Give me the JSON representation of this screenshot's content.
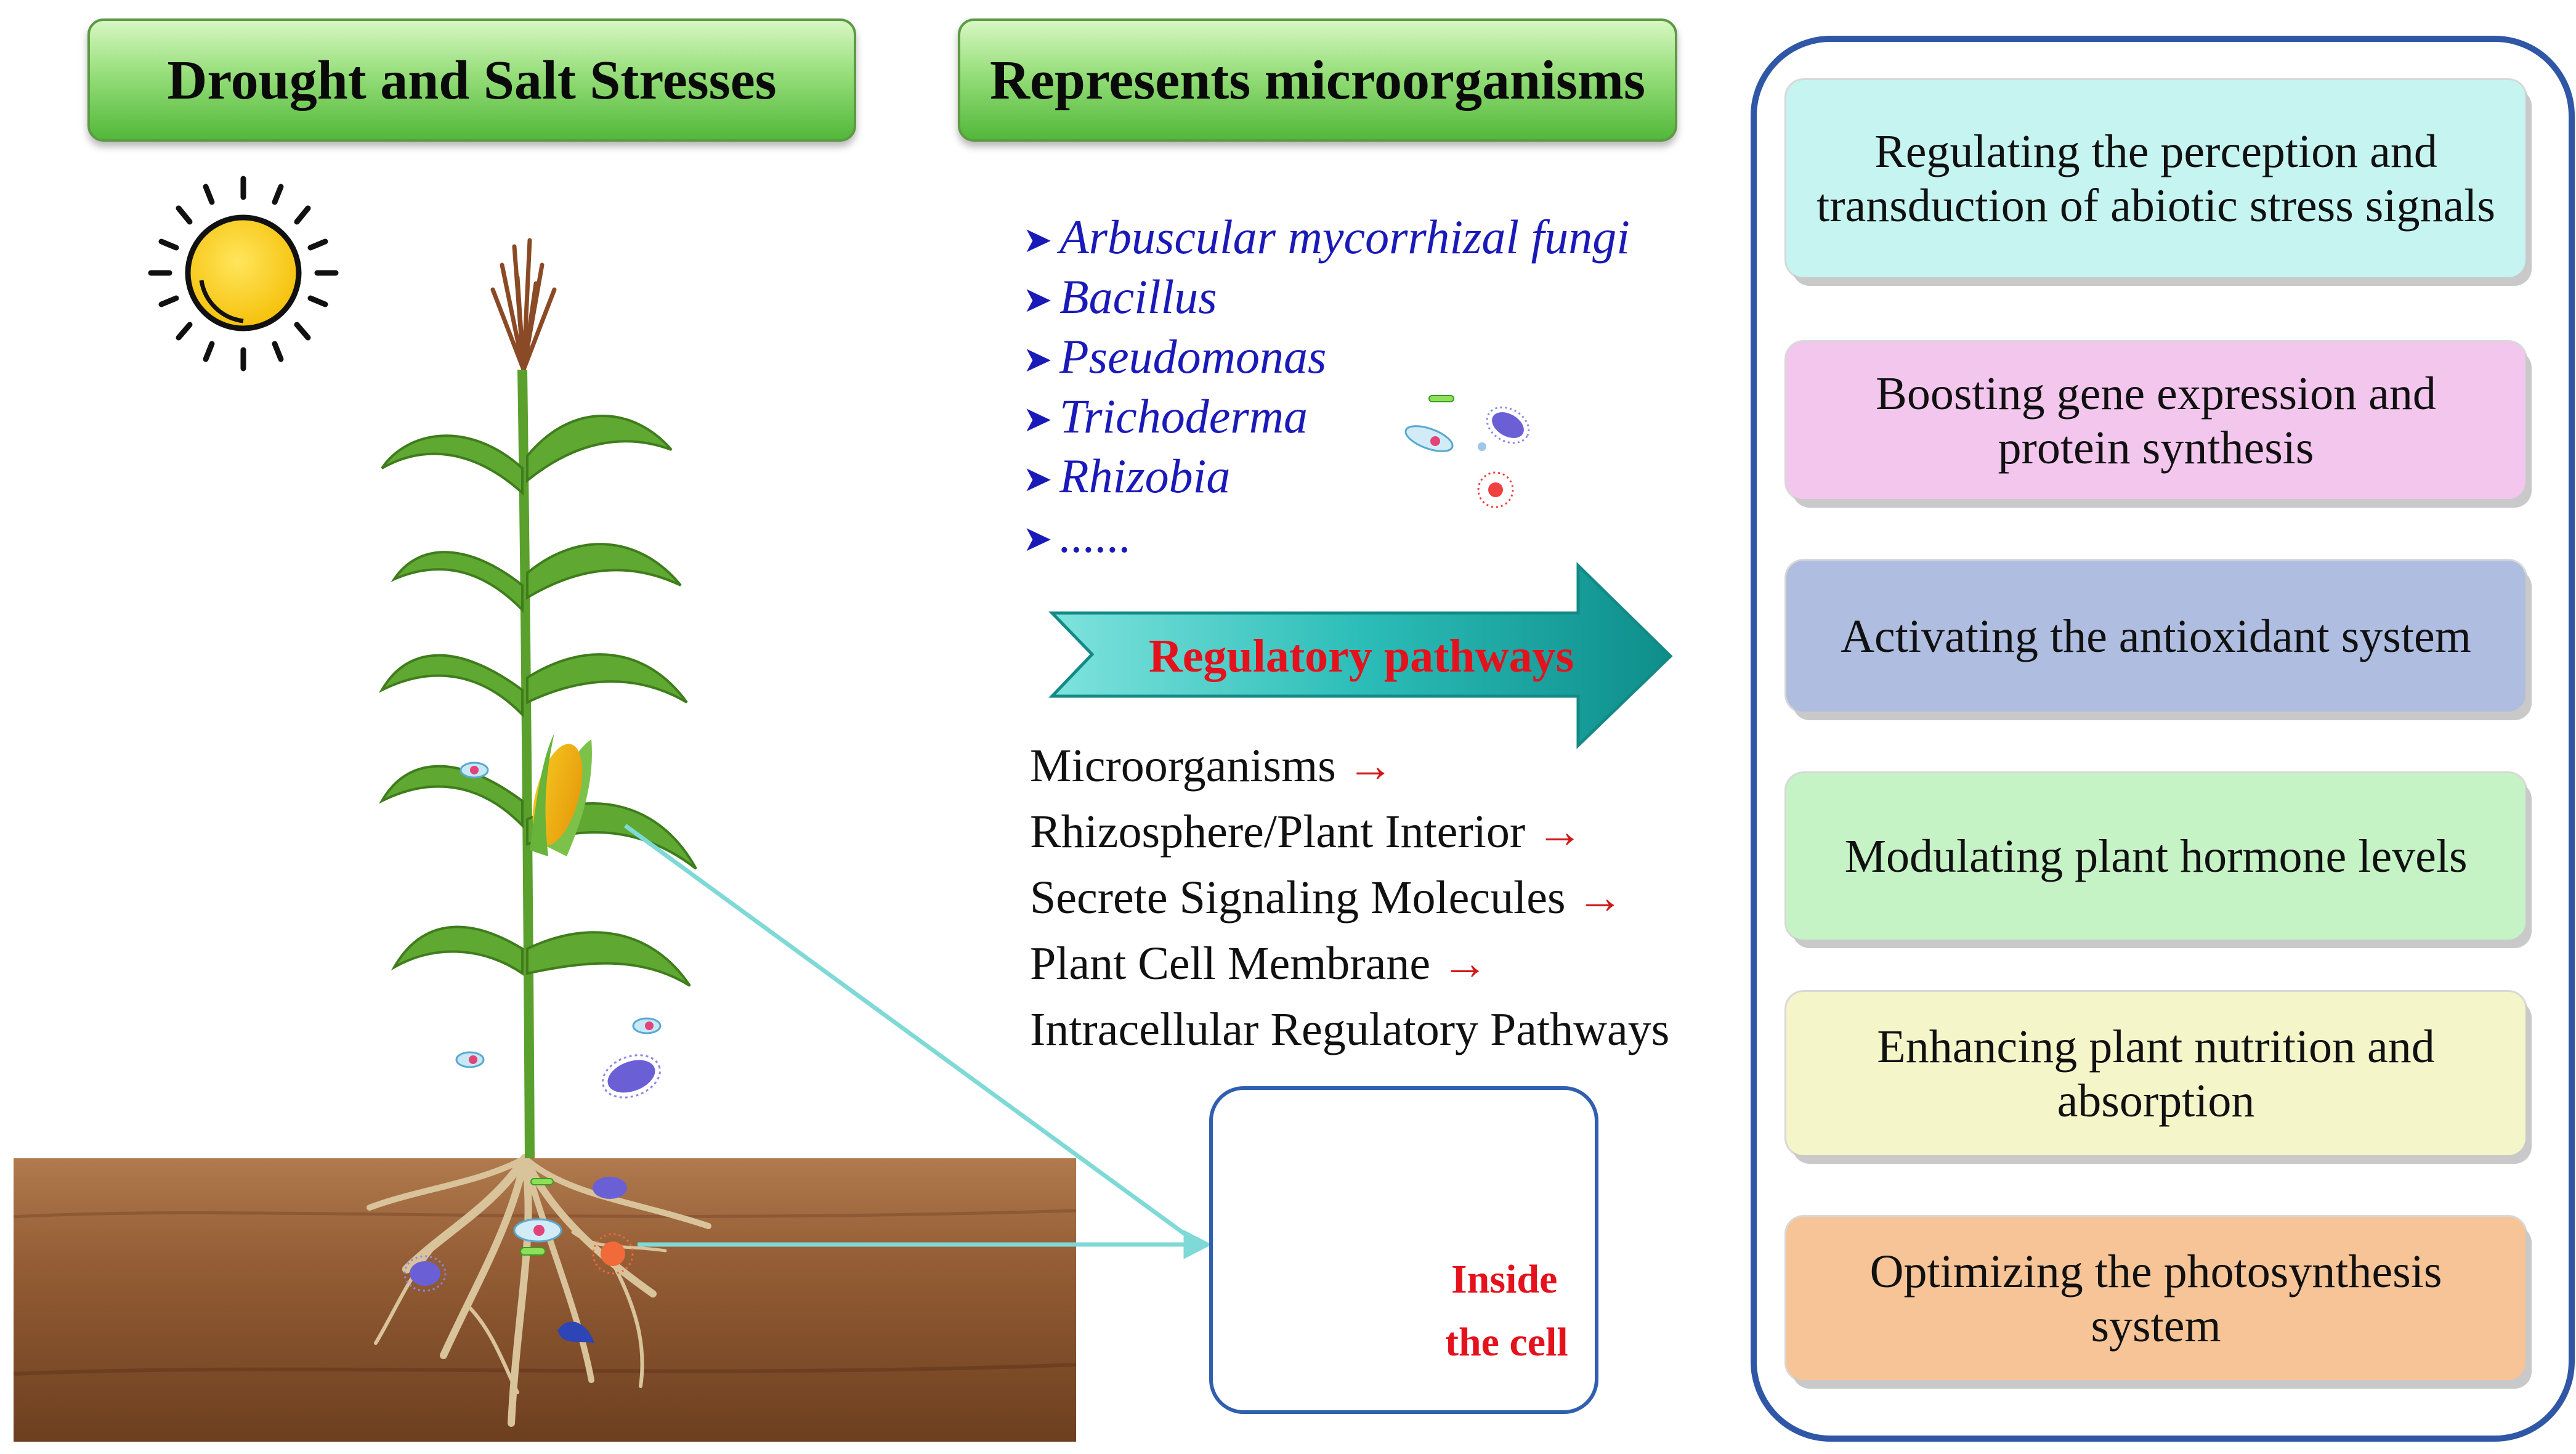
{
  "header": {
    "left_title": "Drought and Salt Stresses",
    "middle_title": "Represents microorganisms"
  },
  "microorganisms": [
    "Arbuscular mycorrhizal fungi",
    "Bacillus",
    "Pseudomonas",
    "Trichoderma",
    "Rhizobia",
    "......"
  ],
  "bullet_symbol": "➤",
  "regulatory_pathways_label": "Regulatory pathways",
  "pathway_steps": [
    {
      "text": "Microorganisms",
      "arrow": "→"
    },
    {
      "text": "Rhizosphere/Plant Interior",
      "arrow": "→"
    },
    {
      "text": "Secrete Signaling Molecules",
      "arrow": "→"
    },
    {
      "text": "Plant Cell Membrane",
      "arrow": "→"
    },
    {
      "text": "Intracellular Regulatory Pathways",
      "arrow": ""
    }
  ],
  "cell_label": {
    "line1": "Inside",
    "line2": "the cell"
  },
  "mechanisms": [
    {
      "text": "Regulating the perception and transduction of abiotic stress signals",
      "color": "#c5f4f1"
    },
    {
      "text": "Boosting gene expression and protein synthesis",
      "color": "#f3c6ee"
    },
    {
      "text": "Activating the antioxidant system",
      "color": "#aebde0"
    },
    {
      "text": "Modulating plant hormone levels",
      "color": "#c6f3c5"
    },
    {
      "text": "Enhancing plant nutrition and absorption",
      "color": "#f4f5c9"
    },
    {
      "text": "Optimizing the photosynthesis system",
      "color": "#f6c496"
    }
  ],
  "colors": {
    "header_green": "#52b83a",
    "panel_border": "#2f57a6",
    "list_blue": "#1a1ab8",
    "accent_red": "#e3121d",
    "arrow_teal": "#2bb8b4",
    "soil_brown": "#8a5631"
  },
  "icons": [
    "sun-icon",
    "maize-plant-icon",
    "microbe-icon",
    "cell-membrane-icon",
    "regulatory-arrow-icon"
  ]
}
